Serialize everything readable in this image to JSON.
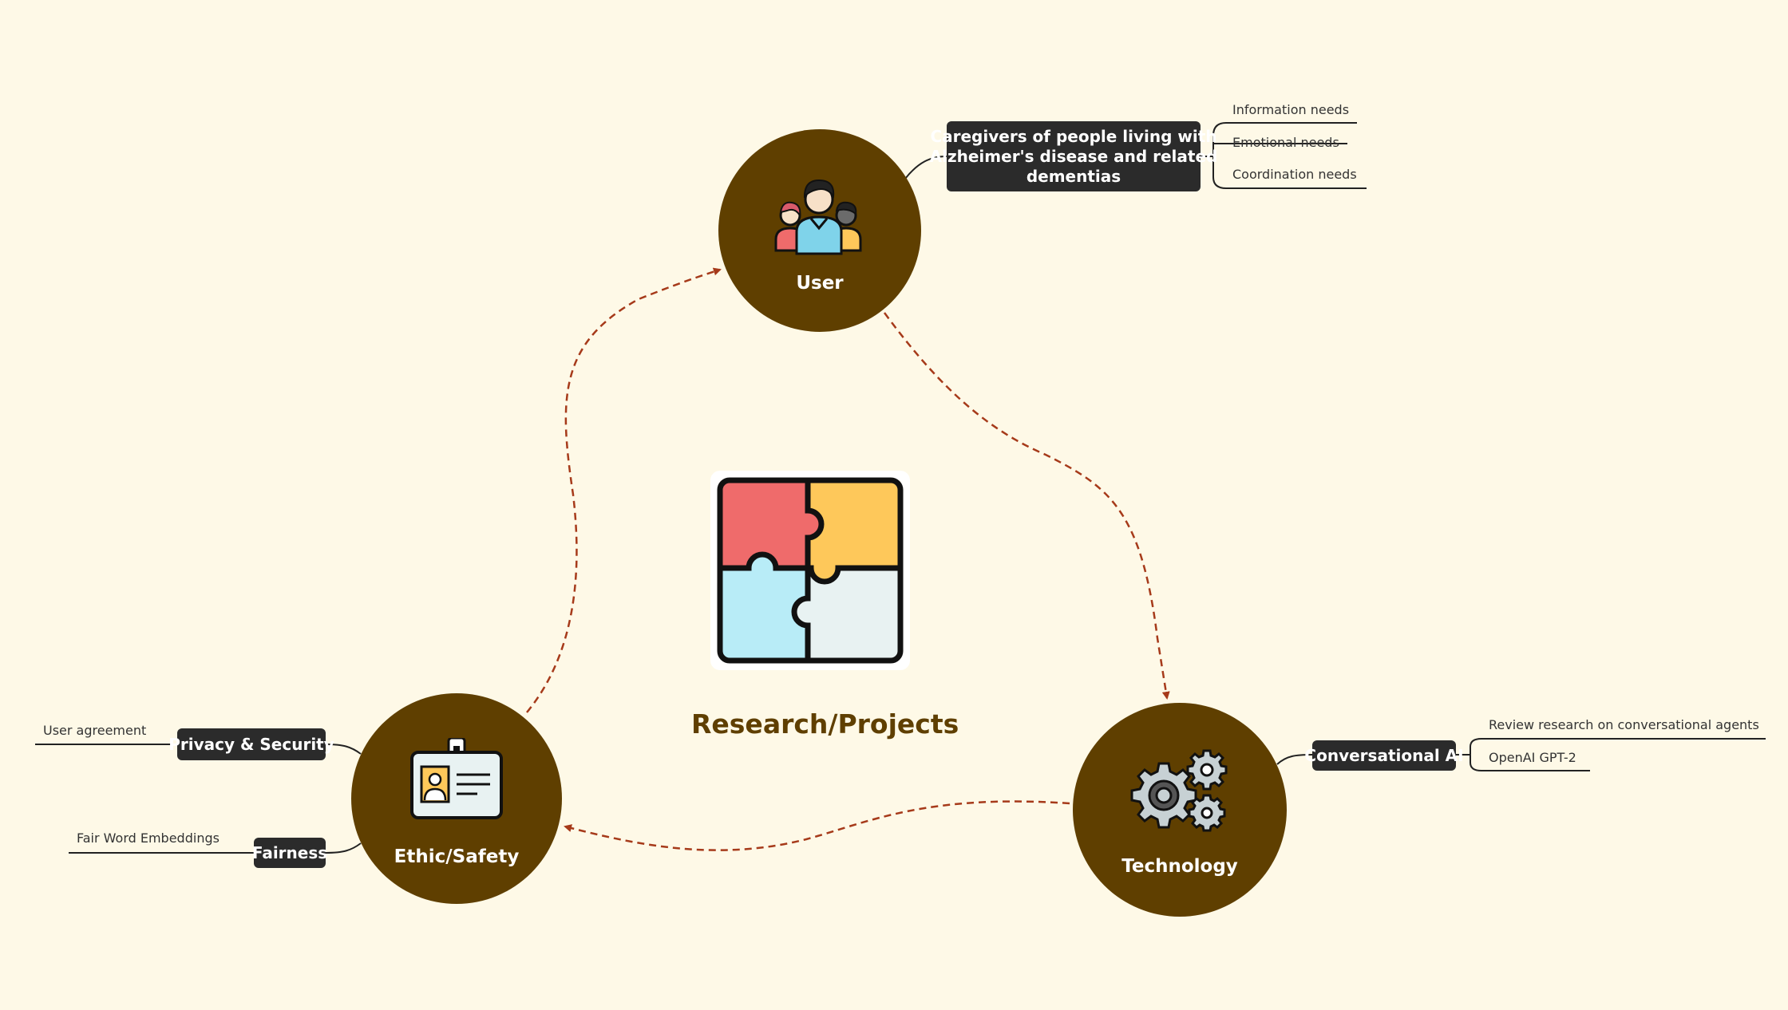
{
  "center": {
    "title": "Research/Projects",
    "icon": "puzzle-icon"
  },
  "nodes": {
    "user": {
      "label": "User",
      "icon": "users-group-icon",
      "topic": "Caregivers of people living with Alzheimer's disease and related dementias",
      "topic_lines": [
        "Caregivers of people living with",
        "Alzheimer's disease and related",
        "dementias"
      ],
      "leaves": [
        "Information needs",
        "Emotional needs",
        "Coordination needs"
      ]
    },
    "technology": {
      "label": "Technology",
      "icon": "gears-icon",
      "topic": "Conversational AI",
      "leaves": [
        "Review research on conversational agents",
        "OpenAI GPT-2"
      ]
    },
    "ethic": {
      "label": "Ethic/Safety",
      "icon": "id-badge-icon",
      "topics": [
        {
          "label": "Privacy & Security",
          "leaf": "User agreement"
        },
        {
          "label": "Fairness",
          "leaf": "Fair Word Embeddings"
        }
      ]
    }
  },
  "cycle": [
    "User",
    "Technology",
    "Ethic/Safety"
  ],
  "colors": {
    "background": "#fef9e7",
    "hub": "#5f3f00",
    "tag": "#2b2b2b",
    "arrow": "#a63a1a",
    "title": "#5f3f00",
    "puzzle_red": "#ef6b6b",
    "puzzle_yellow": "#fec85a",
    "puzzle_blue": "#b8ecf7",
    "puzzle_white": "#e8f2f2"
  }
}
